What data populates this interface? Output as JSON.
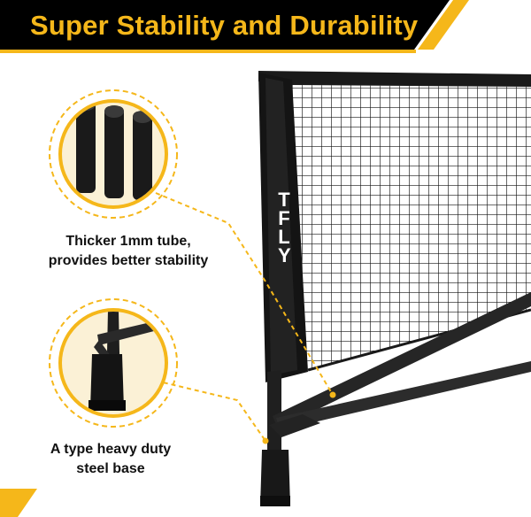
{
  "banner": {
    "title": "Super Stability and Durability",
    "background_color": "#000000",
    "text_color": "#F5B71A"
  },
  "callouts": [
    {
      "id": "tube",
      "line1": "Thicker 1mm tube,",
      "line2": "provides better stability"
    },
    {
      "id": "base",
      "line1": "A type heavy duty",
      "line2": "steel base"
    }
  ],
  "net": {
    "brand_logo": [
      "T",
      "F",
      "L",
      "Y"
    ]
  },
  "colors": {
    "accent": "#F5B71A",
    "frame": "#1A1A1A",
    "circle_fill": "#FBF1D6"
  }
}
